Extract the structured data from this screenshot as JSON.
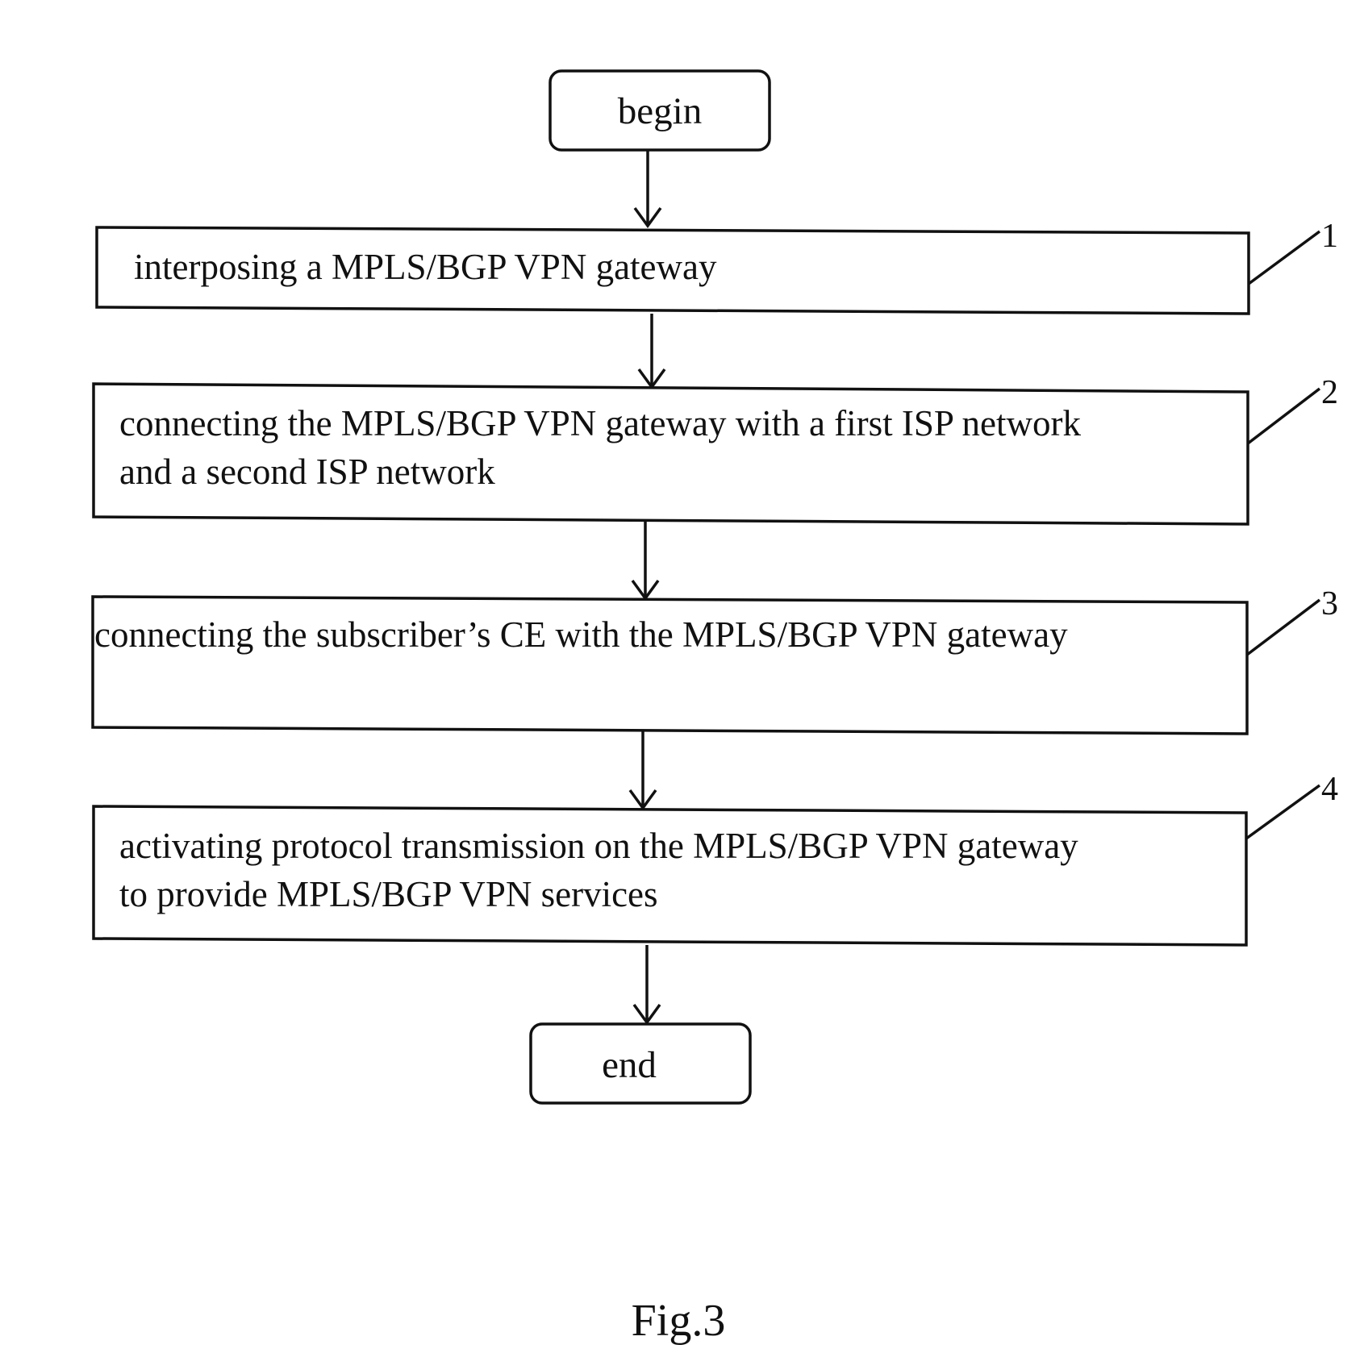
{
  "terminals": {
    "begin": "begin",
    "end": "end"
  },
  "steps": [
    {
      "ref": "1",
      "lines": [
        "interposing a MPLS/BGP VPN gateway"
      ]
    },
    {
      "ref": "2",
      "lines": [
        "connecting the MPLS/BGP VPN gateway with a first ISP network",
        "and a second ISP network"
      ]
    },
    {
      "ref": "3",
      "lines": [
        "connecting the subscriber’s CE with the MPLS/BGP VPN gateway"
      ]
    },
    {
      "ref": "4",
      "lines": [
        "activating protocol transmission on the MPLS/BGP VPN gateway",
        "to provide MPLS/BGP VPN services"
      ]
    }
  ],
  "caption": "Fig.3",
  "colors": {
    "ink": "#111111",
    "background": "#ffffff"
  }
}
